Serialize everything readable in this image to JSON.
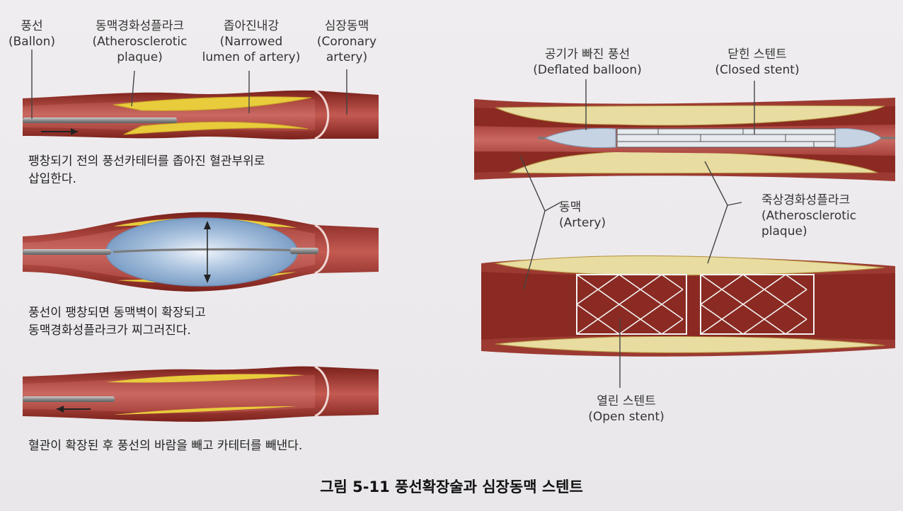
{
  "left": {
    "labels": {
      "balloon": {
        "ko": "풍선",
        "en": "(Ballon)"
      },
      "plaque": {
        "ko": "동맥경화성플라크",
        "en1": "(Atherosclerotic",
        "en2": "plaque)"
      },
      "narrowed": {
        "ko": "좁아진내강",
        "en1": "(Narrowed",
        "en2": "lumen of artery)"
      },
      "coronary": {
        "ko": "심장동맥",
        "en1": "(Coronary",
        "en2": "artery)"
      }
    },
    "steps": [
      {
        "line1": "팽창되기 전의 풍선카테터를 좁아진 혈관부위로",
        "line2": "삽입한다."
      },
      {
        "line1": "풍선이 팽창되면 동맥벽이 확장되고",
        "line2": "동맥경화성플라크가 찌그러진다."
      },
      {
        "line1": "혈관이 확장된 후 풍선의 바람을 빼고 카테터를 빼낸다.",
        "line2": ""
      }
    ]
  },
  "right": {
    "labels": {
      "deflated": {
        "ko": "공기가 빠진 풍선",
        "en": "(Deflated balloon)"
      },
      "closed": {
        "ko": "닫힌 스텐트",
        "en": "(Closed stent)"
      },
      "artery": {
        "ko": "동맥",
        "en": "(Artery)"
      },
      "plaque": {
        "ko": "죽상경화성플라크",
        "en1": "(Atherosclerotic",
        "en2": "plaque)"
      },
      "open": {
        "ko": "열린 스텐트",
        "en": "(Open stent)"
      }
    }
  },
  "caption": "그림 5-11  풍선확장술과 심장동맥 스텐트",
  "colors": {
    "artery_wall": "#8a2a22",
    "lumen": "#b8514a",
    "plaque": "#e9d24a",
    "balloon": "#b7cbe0",
    "catheter": "#8c8c8c"
  }
}
